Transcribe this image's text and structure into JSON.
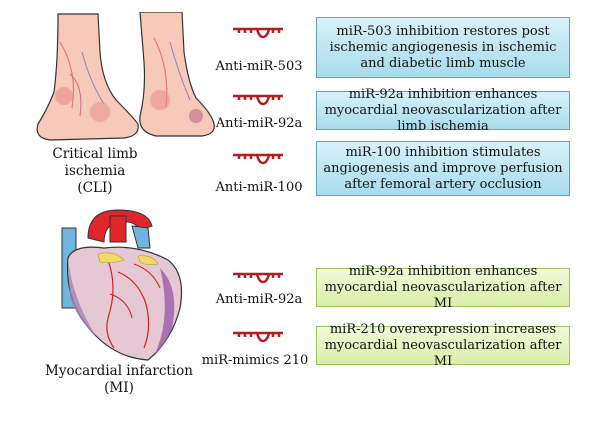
{
  "colors": {
    "mirna": "#b21e1e",
    "cli_box": "#a8dcec",
    "mi_box": "#d9eda9",
    "heart_red": "#e0262b",
    "heart_blue": "#6fb6de",
    "heart_muscle": "#e5c8d3"
  },
  "conditions": [
    {
      "name": "Critical limb ischemia",
      "abbr": "(CLI)",
      "icon": "feet-illustration",
      "interventions": [
        {
          "agent": "Anti-miR-503",
          "effect": "miR-503 inhibition restores post ischemic angiogenesis in ischemic and diabetic limb muscle"
        },
        {
          "agent": "Anti-miR-92a",
          "effect": "miR-92a inhibition enhances myocardial neovascularization after limb ischemia"
        },
        {
          "agent": "Anti-miR-100",
          "effect": "miR-100 inhibition stimulates angiogenesis and improve perfusion after femoral artery occlusion"
        }
      ]
    },
    {
      "name": "Myocardial infarction",
      "abbr": "(MI)",
      "icon": "heart-illustration",
      "interventions": [
        {
          "agent": "Anti-miR-92a",
          "effect": "miR-92a inhibition enhances myocardial neovascularization after MI"
        },
        {
          "agent": "miR-mimics 210",
          "effect": "miR-210 overexpression increases myocardial neovascularization after MI"
        }
      ]
    }
  ]
}
